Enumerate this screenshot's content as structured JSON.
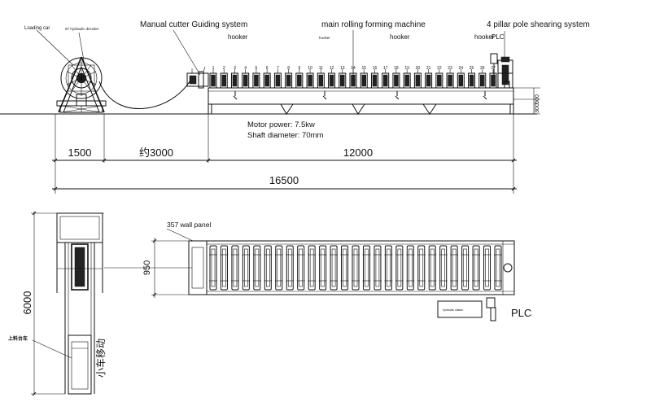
{
  "side_view": {
    "labels": {
      "loading_car": "Loading car",
      "hydraulic_decoiler": "5T hydraulic decoiler",
      "manual_cutter": "Manual cutter Guiding system",
      "hooker_1": "hooker",
      "hooker_2": "hooker",
      "hooker_3": "hooker",
      "hooker_4": "hooker",
      "main_machine": "main rolling forming machine",
      "shearing_system": "4 pillar pole shearing system",
      "plc": "PLC"
    },
    "motor_power": "Motor power: 7.5kw",
    "shaft_diameter": "Shaft diameter: 70mm",
    "height_500": "500",
    "height_300": "300",
    "station_numbers": [
      "1",
      "2",
      "3",
      "4",
      "5",
      "6",
      "7",
      "8",
      "9",
      "10",
      "11",
      "12",
      "13",
      "14",
      "15",
      "16",
      "17",
      "18",
      "19",
      "20",
      "21",
      "22",
      "23",
      "24",
      "25",
      "26",
      "27"
    ],
    "dimensions": {
      "decoiler": "1500",
      "feed": "约3000",
      "machine": "12000",
      "total": "16500"
    }
  },
  "plan_view": {
    "panel_label": "357 wall panel",
    "width": "950",
    "hydraulic_station": "hydraulic station",
    "plc": "PLC"
  },
  "car_view": {
    "length": "6000",
    "loading_car_label": "上料台车",
    "car_move_label": "小车移动"
  }
}
